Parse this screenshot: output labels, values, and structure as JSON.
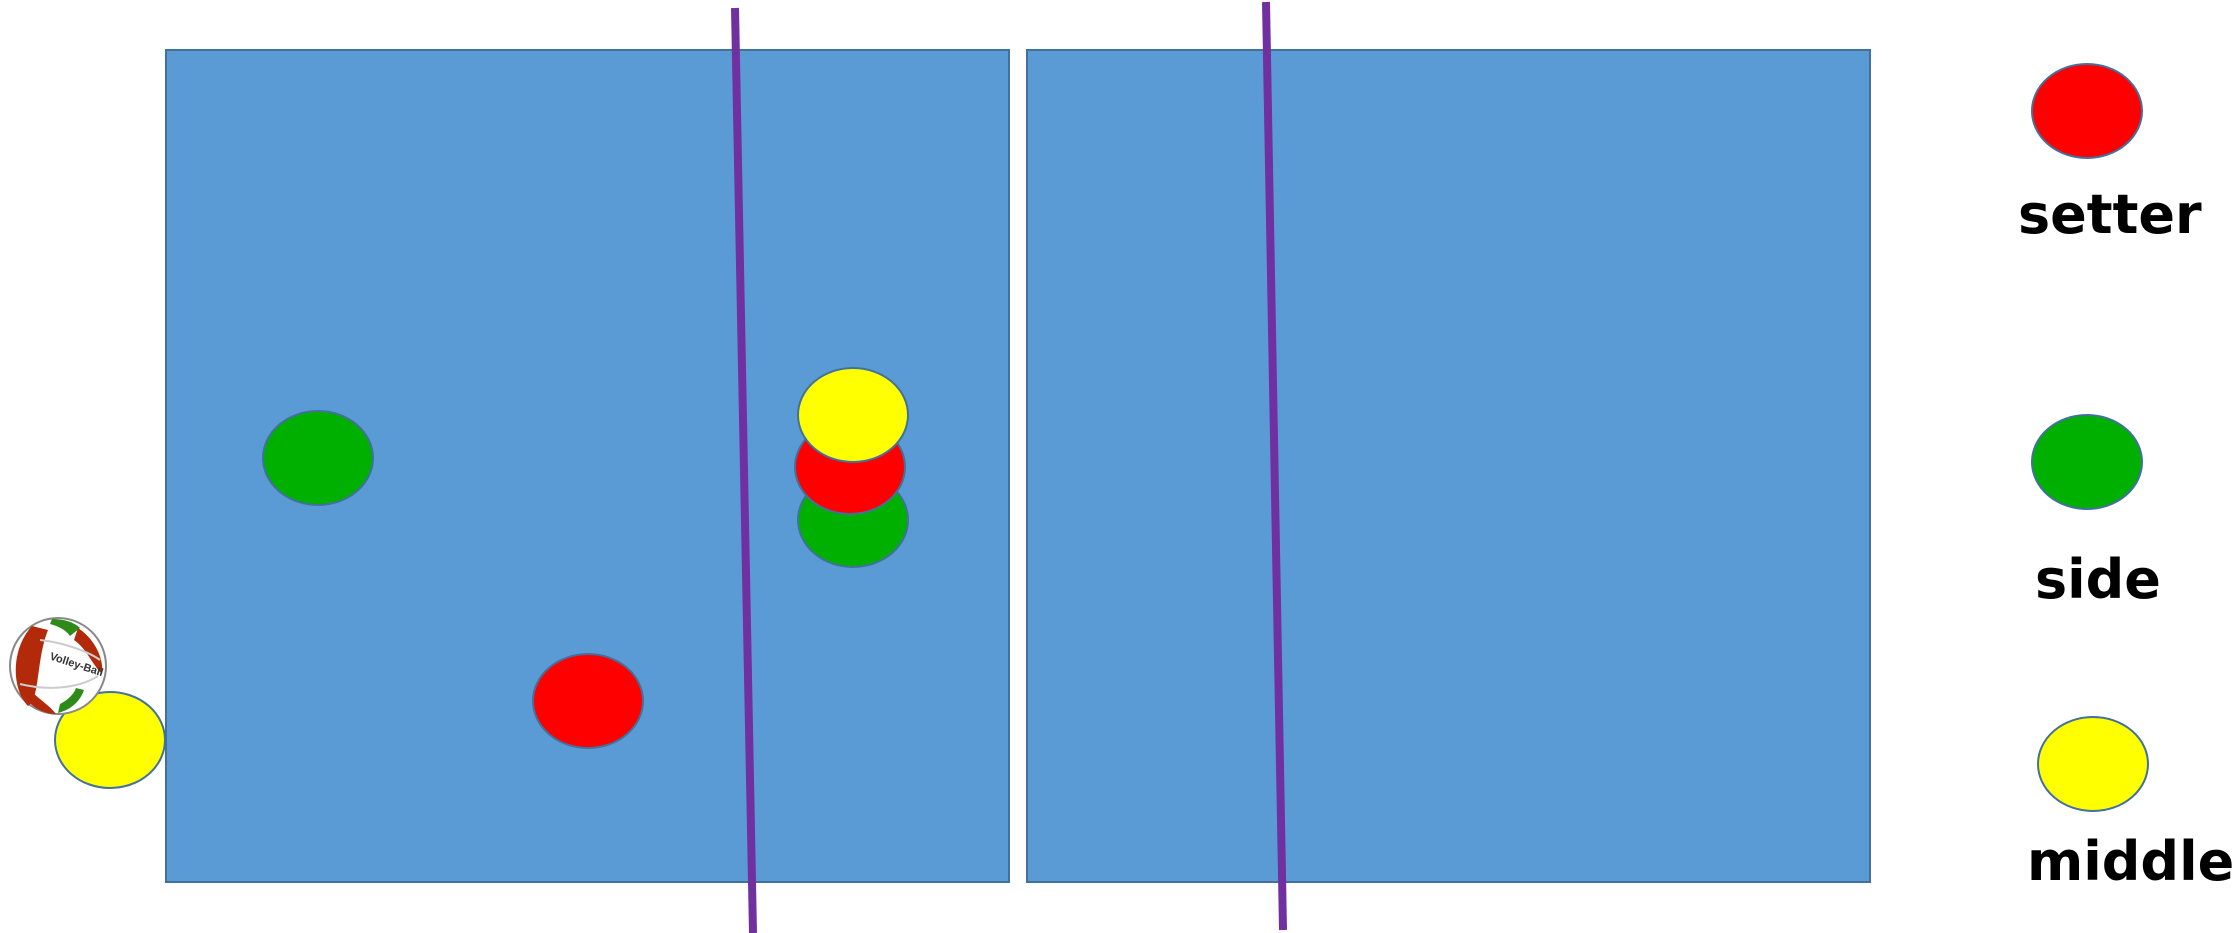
{
  "colors": {
    "court": "#5b9bd5",
    "court_border": "#41719c",
    "attack_line": "#7030a0",
    "setter": "#ff0000",
    "side": "#00b000",
    "middle": "#ffff00",
    "player_border": "#41719c"
  },
  "legend": {
    "setter_label": "setter",
    "side_label": "side",
    "middle_label": "middle"
  },
  "players": [
    {
      "role": "side"
    },
    {
      "role": "setter"
    },
    {
      "role": "middle"
    },
    {
      "role": "side"
    },
    {
      "role": "setter"
    },
    {
      "role": "middle"
    }
  ],
  "ball": {
    "icon": "volleyball-icon",
    "text": "Volley-Ball"
  }
}
